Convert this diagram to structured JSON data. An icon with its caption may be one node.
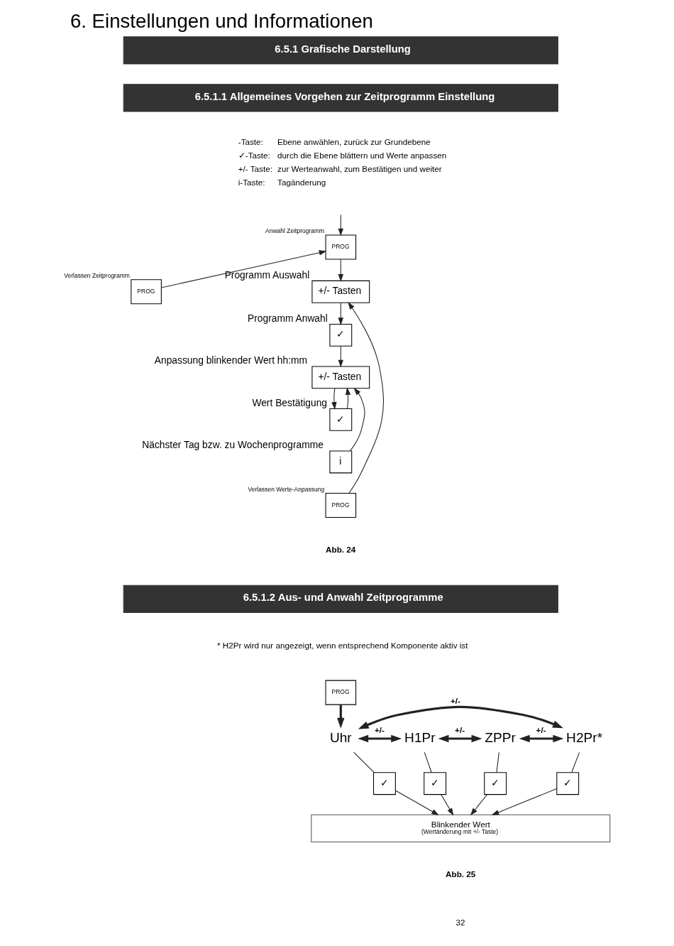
{
  "diagram": {
    "title": "6. Einstellungen und Informationen",
    "nodes": [
      {
        "text": [
          "PROG"
        ],
        "beside": [
          "Anwahl Zeitprogramm"
        ]
      },
      {
        "text": [
          "+/- Tasten"
        ],
        "beside": [
          "Programm Auswahl"
        ]
      },
      {
        "text": [
          "✓"
        ],
        "beside": [
          "Programm Anwahl"
        ]
      },
      {
        "text": [
          "+/- Tasten"
        ],
        "beside": [
          "Anpassung blinkender Wert hh:mm"
        ]
      },
      {
        "text": [
          "✓"
        ],
        "beside": [
          "Wert Bestätigung"
        ]
      },
      {
        "text": [
          "i"
        ],
        "beside": [
          "Nächster Tag bzw. zu Wochenprogramme"
        ]
      },
      {
        "text": [
          "PROG"
        ],
        "beside": [
          "Verlassen Werte-Anpassung"
        ]
      },
      {
        "text": [
          "PROG"
        ],
        "beside": [
          "Verlassen Zeitprogramm"
        ]
      },
      {
        "text": [
          "PROG"
        ]
      },
      {
        "text": [
          "Uhr"
        ]
      },
      {
        "text": [
          "H1Pr"
        ]
      },
      {
        "text": [
          "ZPPr"
        ]
      },
      {
        "text": [
          "H2Pr*"
        ]
      },
      {
        "text": [
          "✓"
        ]
      },
      {
        "text": [
          "✓"
        ]
      },
      {
        "text": [
          "✓"
        ]
      },
      {
        "text": [
          "✓"
        ]
      },
      {
        "text": [
          "Blinkender Wert",
          "(Wertänderung mit +/- Taste)"
        ]
      }
    ],
    "edges": [
      {
        "from": null,
        "to": 0,
        "arrow": "to"
      },
      {
        "from": 0,
        "to": 1,
        "arrow": "to"
      },
      {
        "from": 1,
        "to": 2,
        "arrow": "to"
      },
      {
        "from": 2,
        "to": 3,
        "arrow": "to"
      },
      {
        "from": 3,
        "to": 4,
        "arrow": "to"
      },
      {
        "from": 4,
        "to": 3,
        "arrow": "to"
      },
      {
        "from": 5,
        "to": 3,
        "arrow": "to"
      },
      {
        "from": 6,
        "to": 1,
        "arrow": "to"
      },
      {
        "from": 7,
        "to": 0,
        "arrow": "to"
      },
      {
        "from": 8,
        "to": 9,
        "arrow": "to",
        "style": "thick"
      },
      {
        "from": 9,
        "to": 12,
        "arrow": "both",
        "label": "+/-",
        "style": "thick"
      },
      {
        "from": 9,
        "to": 10,
        "arrow": "both",
        "label": "+/-",
        "style": "thick"
      },
      {
        "from": 10,
        "to": 11,
        "arrow": "both",
        "label": "+/-",
        "style": "thick"
      },
      {
        "from": 11,
        "to": 12,
        "arrow": "both",
        "label": "+/-",
        "style": "thick"
      },
      {
        "from": 9,
        "to": 13,
        "arrow": "none"
      },
      {
        "from": 10,
        "to": 14,
        "arrow": "none"
      },
      {
        "from": 11,
        "to": 15,
        "arrow": "none"
      },
      {
        "from": 12,
        "to": 16,
        "arrow": "none"
      },
      {
        "from": 13,
        "to": 17,
        "arrow": "to"
      },
      {
        "from": 14,
        "to": 17,
        "arrow": "to"
      },
      {
        "from": 15,
        "to": 17,
        "arrow": "to"
      },
      {
        "from": 16,
        "to": 17,
        "arrow": "to"
      }
    ],
    "labels": [
      "6.5.1 Grafische Darstellung",
      "6.5.1.1 Allgemeines Vorgehen zur Zeitprogramm Einstellung",
      "-Taste:",
      "Ebene anwählen, zurück zur Grundebene",
      "✓-Taste:",
      "durch die Ebene blättern und Werte anpassen",
      "+/- Taste:",
      "zur Werteanwahl, zum Bestätigen und weiter",
      "i-Taste:",
      "Tagänderung",
      "Abb. 24",
      "6.5.1.2 Aus- und Anwahl Zeitprogramme",
      "* H2Pr wird nur angezeigt, wenn entsprechend Komponente aktiv ist",
      "Abb. 25",
      "32"
    ]
  }
}
